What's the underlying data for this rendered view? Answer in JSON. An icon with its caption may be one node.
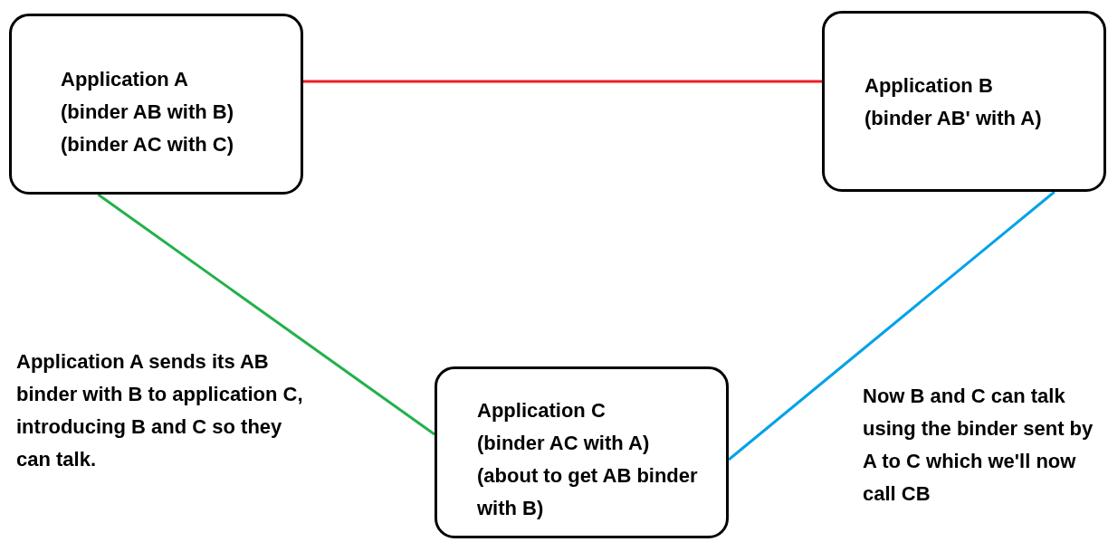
{
  "diagram": {
    "nodes": [
      {
        "text": [
          "Application A",
          "(binder AB with B)",
          "(binder AC with C)"
        ]
      },
      {
        "text": [
          "Application B",
          "(binder AB' with A)"
        ]
      },
      {
        "text": [
          "Application C",
          "(binder AC with A)",
          "(about to get AB binder with B)"
        ]
      }
    ],
    "edges": [
      {
        "from": 0,
        "to": 1,
        "arrow": "none",
        "color": "#ed1c24"
      },
      {
        "from": 0,
        "to": 2,
        "arrow": "none",
        "color": "#22b14c"
      },
      {
        "from": 2,
        "to": 1,
        "arrow": "none",
        "color": "#00a2e8"
      }
    ],
    "labels": [
      "Application A sends its AB binder with B to application C, introducing B and C so they can talk.",
      "Now B and C can talk using the binder sent by A to C which we'll now call CB"
    ]
  }
}
